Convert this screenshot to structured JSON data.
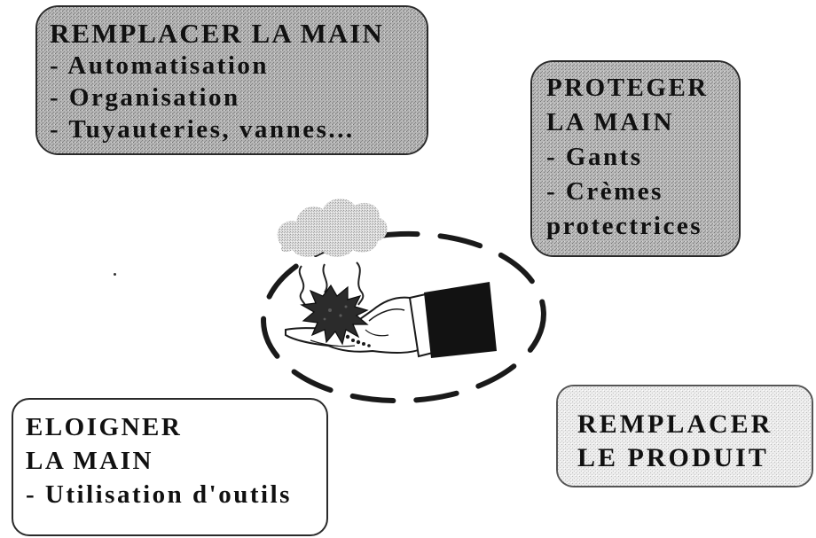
{
  "boxes": {
    "remplacer_main": {
      "title": "REMPLACER LA MAIN",
      "items": [
        "- Automatisation",
        "- Organisation",
        "- Tuyauteries, vannes..."
      ]
    },
    "proteger": {
      "title_lines": [
        "PROTEGER",
        "LA MAIN"
      ],
      "items": [
        "- Gants",
        "- Crèmes",
        "protectrices"
      ]
    },
    "eloigner": {
      "title_lines": [
        "ELOIGNER",
        "LA MAIN"
      ],
      "items": [
        "- Utilisation d'outils"
      ]
    },
    "remplacer_produit": {
      "title_lines": [
        "REMPLACER",
        "LE PRODUIT"
      ]
    }
  },
  "colors": {
    "dark_gray_fill": "#a9a9a9",
    "light_gray_fill": "#c9c9c9",
    "produit_fill": "#ebebeb",
    "ink": "#111111"
  }
}
